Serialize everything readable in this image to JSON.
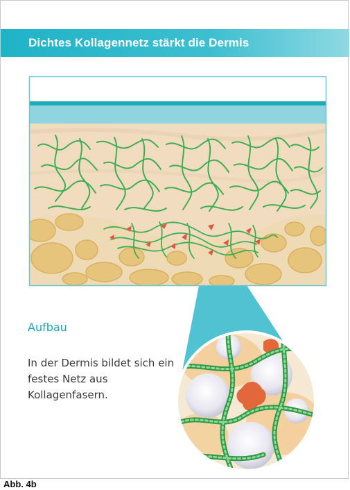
{
  "title": "Dichtes Kollagennetz stärkt die Dermis",
  "section": {
    "heading": "Aufbau",
    "text": "In der Dermis bildet sich ein festes Netz aus Kollagenfasern."
  },
  "caption": "Abb. 4b",
  "colors": {
    "accent": "#1fb3c7",
    "collagen": "#3fae52",
    "dermis": "#f1dcc0",
    "fat_cell": "#e6c47c",
    "fibroblast": "#e2573e"
  }
}
